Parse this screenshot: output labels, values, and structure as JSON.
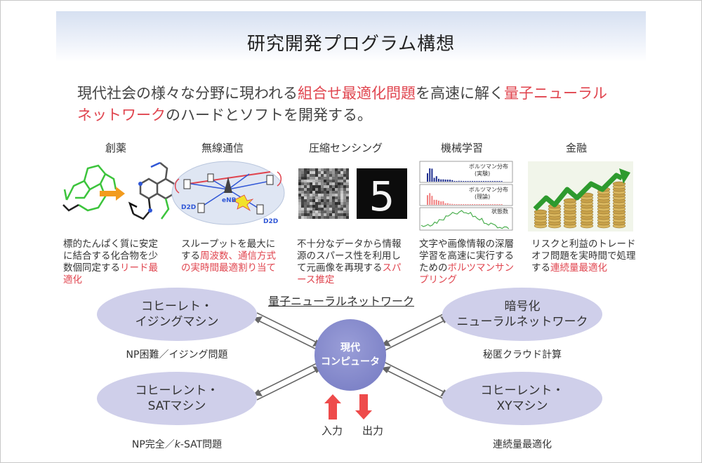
{
  "title": "研究開発プログラム構想",
  "lead": {
    "line1_a": "現代社会の様々な分野に現われる",
    "line1_hl1": "組合せ最適化問題",
    "line1_b": "を高速に解く",
    "line1_hl2": "量子ニューラル",
    "line2_hl": "ネットワーク",
    "line2_b": "のハードとソフトを開発する。"
  },
  "categories": [
    {
      "label": "創薬",
      "desc_a": "標的たんぱく質に安定に結合する化合物を少数個同定する",
      "desc_hl": "リード最適化",
      "desc_b": ""
    },
    {
      "label": "無線通信",
      "desc_a": "スループットを最大にする",
      "desc_hl": "周波数、通信方式の実時間最適割り当て",
      "desc_b": ""
    },
    {
      "label": "圧縮センシング",
      "desc_a": "不十分なデータから情報源のスパース性を利用して元画像を再現する",
      "desc_hl": "スパース推定",
      "desc_b": ""
    },
    {
      "label": "機械学習",
      "desc_a": "文字や画像情報の深層学習を高速に実行するための",
      "desc_hl": "ボルツマンサンプリング",
      "desc_b": ""
    },
    {
      "label": "金融",
      "desc_a": "リスクと利益のトレードオフ問題を実時間で処理する",
      "desc_hl": "連続量最適化",
      "desc_b": ""
    }
  ],
  "wireless": {
    "enb": "eNB",
    "d2d_left": "D2D",
    "d2d_right": "D2D"
  },
  "sensing": {
    "digit": "5"
  },
  "ml": {
    "panel1": "ボルツマン分布",
    "panel1_sub": "(実験)",
    "panel2": "ボルツマン分布",
    "panel2_sub": "(理論)",
    "panel3": "状態数"
  },
  "network": {
    "title": "量子ニューラルネットワーク",
    "center_line1": "現代",
    "center_line2": "コンピュータ",
    "nodes": [
      {
        "line1": "コヒーレト・",
        "line2": "イジングマシン",
        "caption": "NP困難／イジング問題"
      },
      {
        "line1": "暗号化",
        "line2": "ニューラルネットワーク",
        "caption": "秘匿クラウド計算"
      },
      {
        "line1": "コヒーレント・",
        "line2": "SATマシン",
        "caption_a": "NP完全／",
        "caption_k": "k",
        "caption_b": "-SAT問題"
      },
      {
        "line1": "コヒーレント・",
        "line2": "XYマシン",
        "caption": "連続量最適化"
      }
    ],
    "input": "入力",
    "output": "出力"
  },
  "colors": {
    "highlight": "#e0454f",
    "ellipse": "#cfcfea",
    "center": "#7f84c8",
    "arrow_red": "#ee4b4b",
    "green": "#2e9a2e"
  }
}
